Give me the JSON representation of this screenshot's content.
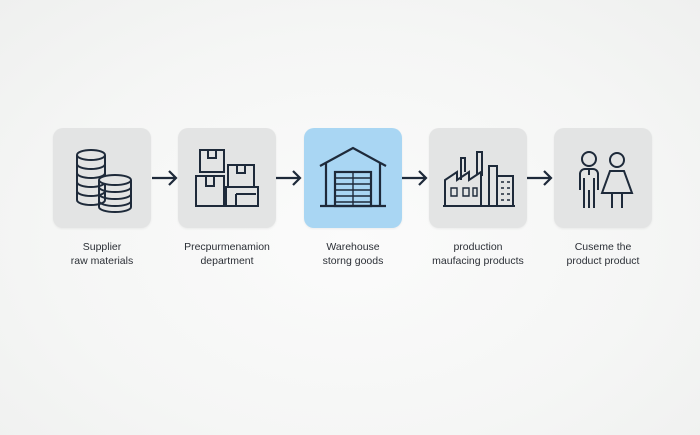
{
  "steps": [
    {
      "id": "supplier",
      "line1": "Supplier",
      "line2": "raw materials",
      "icon": "coins-stack-icon",
      "highlighted": false
    },
    {
      "id": "procurement",
      "line1": "Precpurmenamion",
      "line2": "department",
      "icon": "boxes-icon",
      "highlighted": false
    },
    {
      "id": "warehouse",
      "line1": "Warehouse",
      "line2": "storng goods",
      "icon": "warehouse-icon",
      "highlighted": true
    },
    {
      "id": "production",
      "line1": "production",
      "line2": "maufacing products",
      "icon": "factory-icon",
      "highlighted": false
    },
    {
      "id": "customer",
      "line1": "Cuseme the",
      "line2": "product product",
      "icon": "people-icon",
      "highlighted": false
    }
  ],
  "colors": {
    "stroke": "#1e2a3a",
    "tile": "#e3e4e4",
    "highlight": "#a9d6f3",
    "background": "#f4f5f4"
  }
}
